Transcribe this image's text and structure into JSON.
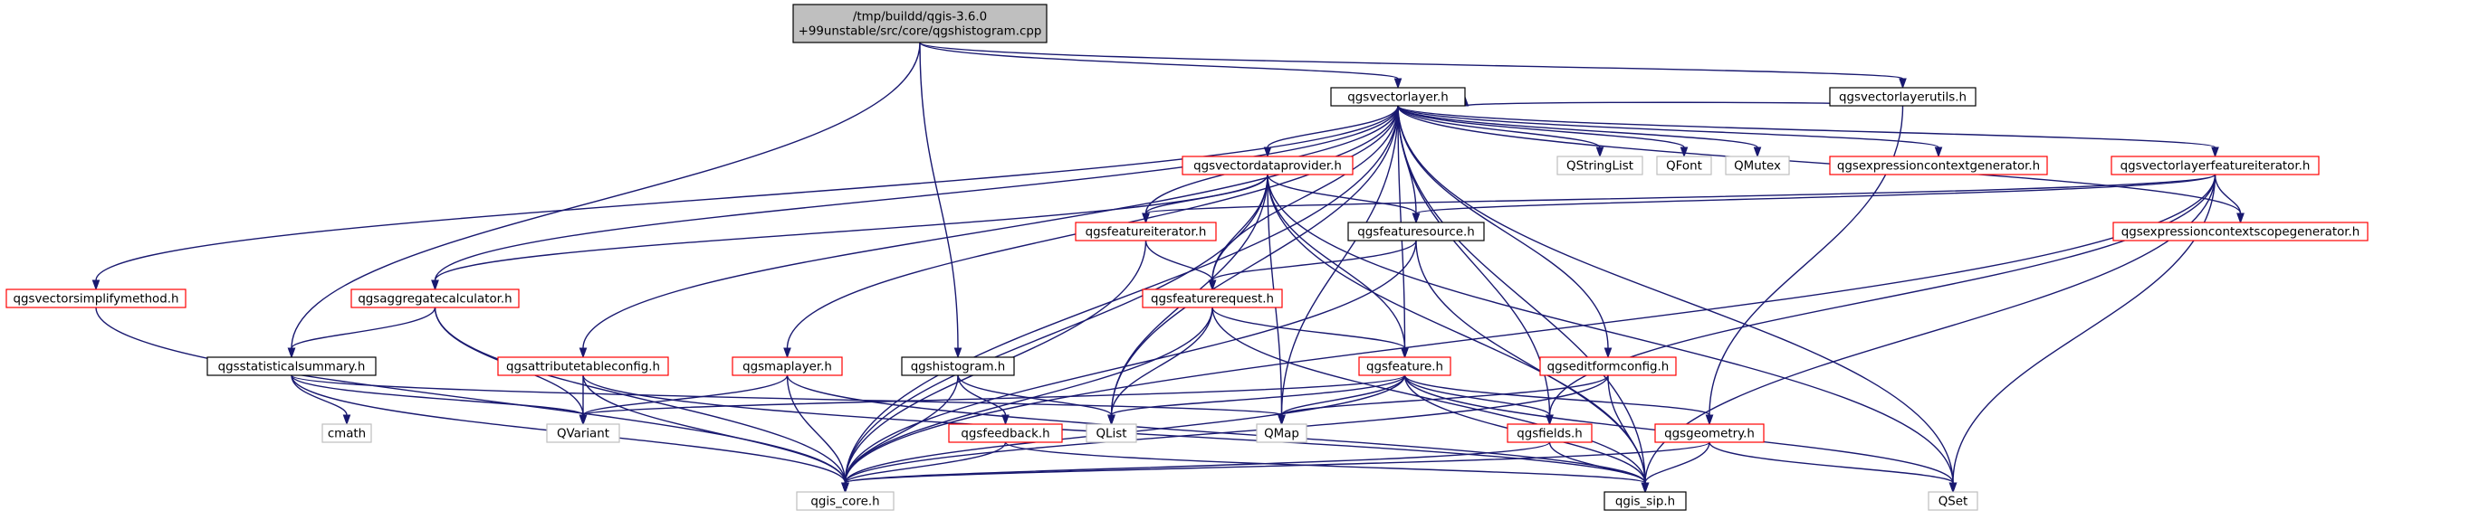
{
  "graph": {
    "colors": {
      "edge": "#191970",
      "root_fill": "#bfbfbf",
      "link_border": "#ff0000",
      "plain_border": "#000000",
      "external_border": "#bfbfbf"
    },
    "nodes": [
      {
        "id": "root",
        "label": "/tmp/buildd/qgis-3.6.0\n+99unstable/src/core/qgshistogram.cpp",
        "kind": "root"
      },
      {
        "id": "qgsvectorlayer",
        "label": "qgsvectorlayer.h",
        "kind": "plain"
      },
      {
        "id": "qgsvectorlayerutils",
        "label": "qgsvectorlayerutils.h",
        "kind": "plain"
      },
      {
        "id": "qgsvectordataprovider",
        "label": "qgsvectordataprovider.h",
        "kind": "red"
      },
      {
        "id": "qstringlist",
        "label": "QStringList",
        "kind": "gray"
      },
      {
        "id": "qfont",
        "label": "QFont",
        "kind": "gray"
      },
      {
        "id": "qmutex",
        "label": "QMutex",
        "kind": "gray"
      },
      {
        "id": "qgsexpressioncontextgenerator",
        "label": "qgsexpressioncontextgenerator.h",
        "kind": "red"
      },
      {
        "id": "qgsvectorlayerfeatureiterator",
        "label": "qgsvectorlayerfeatureiterator.h",
        "kind": "red"
      },
      {
        "id": "qgsexpressioncontextscopegenerator",
        "label": "qgsexpressioncontextscopegenerator.h",
        "kind": "red"
      },
      {
        "id": "qgsfeatureiterator",
        "label": "qgsfeatureiterator.h",
        "kind": "red"
      },
      {
        "id": "qgsfeaturesource",
        "label": "qgsfeaturesource.h",
        "kind": "plain"
      },
      {
        "id": "qgsvectorsimplifymethod",
        "label": "qgsvectorsimplifymethod.h",
        "kind": "red"
      },
      {
        "id": "qgsaggregatecalculator",
        "label": "qgsaggregatecalculator.h",
        "kind": "red"
      },
      {
        "id": "qgsfeaturerequest",
        "label": "qgsfeaturerequest.h",
        "kind": "red"
      },
      {
        "id": "qgsstatisticalsummary",
        "label": "qgsstatisticalsummary.h",
        "kind": "plain"
      },
      {
        "id": "qgsattributetableconfig",
        "label": "qgsattributetableconfig.h",
        "kind": "red"
      },
      {
        "id": "qgsmaplayer",
        "label": "qgsmaplayer.h",
        "kind": "red"
      },
      {
        "id": "qgshistogram",
        "label": "qgshistogram.h",
        "kind": "plain"
      },
      {
        "id": "qgsfeature",
        "label": "qgsfeature.h",
        "kind": "red"
      },
      {
        "id": "qgseditformconfig",
        "label": "qgseditformconfig.h",
        "kind": "red"
      },
      {
        "id": "cmath",
        "label": "cmath",
        "kind": "gray"
      },
      {
        "id": "qvariant",
        "label": "QVariant",
        "kind": "gray"
      },
      {
        "id": "qfeedback",
        "label": "qgsfeedback.h",
        "kind": "red"
      },
      {
        "id": "qlist",
        "label": "QList",
        "kind": "gray"
      },
      {
        "id": "qmap",
        "label": "QMap",
        "kind": "gray"
      },
      {
        "id": "qgsfields",
        "label": "qgsfields.h",
        "kind": "red"
      },
      {
        "id": "qgsgeometry",
        "label": "qgsgeometry.h",
        "kind": "red"
      },
      {
        "id": "qgis_core",
        "label": "qgis_core.h",
        "kind": "gray"
      },
      {
        "id": "qgis_sip",
        "label": "qgis_sip.h",
        "kind": "plain"
      },
      {
        "id": "qset",
        "label": "QSet",
        "kind": "gray"
      }
    ],
    "edges": [
      [
        "root",
        "qgsvectorlayer"
      ],
      [
        "root",
        "qgsvectorlayerutils"
      ],
      [
        "root",
        "qgsstatisticalsummary"
      ],
      [
        "root",
        "qgshistogram"
      ],
      [
        "qgsvectorlayer",
        "qgsvectordataprovider"
      ],
      [
        "qgsvectorlayer",
        "qstringlist"
      ],
      [
        "qgsvectorlayer",
        "qfont"
      ],
      [
        "qgsvectorlayer",
        "qmutex"
      ],
      [
        "qgsvectorlayer",
        "qgsexpressioncontextgenerator"
      ],
      [
        "qgsvectorlayer",
        "qgsvectorlayerfeatureiterator"
      ],
      [
        "qgsvectorlayer",
        "qgsexpressioncontextscopegenerator"
      ],
      [
        "qgsvectorlayer",
        "qgsfeatureiterator"
      ],
      [
        "qgsvectorlayer",
        "qgsfeaturesource"
      ],
      [
        "qgsvectorlayer",
        "qgsvectorsimplifymethod"
      ],
      [
        "qgsvectorlayer",
        "qgsaggregatecalculator"
      ],
      [
        "qgsvectorlayer",
        "qgsfeaturerequest"
      ],
      [
        "qgsvectorlayer",
        "qgsattributetableconfig"
      ],
      [
        "qgsvectorlayer",
        "qgsmaplayer"
      ],
      [
        "qgsvectorlayer",
        "qgsfeature"
      ],
      [
        "qgsvectorlayer",
        "qgseditformconfig"
      ],
      [
        "qgsvectorlayer",
        "qlist"
      ],
      [
        "qgsvectorlayer",
        "qmap"
      ],
      [
        "qgsvectorlayer",
        "qgsfields"
      ],
      [
        "qgsvectorlayer",
        "qgis_core"
      ],
      [
        "qgsvectorlayer",
        "qgis_sip"
      ],
      [
        "qgsvectorlayer",
        "qset"
      ],
      [
        "qgsvectorlayerutils",
        "qgsvectorlayer"
      ],
      [
        "qgsvectorlayerutils",
        "qgsgeometry"
      ],
      [
        "qgsvectordataprovider",
        "qgsfeatureiterator"
      ],
      [
        "qgsvectordataprovider",
        "qgsfeaturesource"
      ],
      [
        "qgsvectordataprovider",
        "qgsaggregatecalculator"
      ],
      [
        "qgsvectordataprovider",
        "qgsfeaturerequest"
      ],
      [
        "qgsvectordataprovider",
        "qgsfeature"
      ],
      [
        "qgsvectordataprovider",
        "qlist"
      ],
      [
        "qgsvectordataprovider",
        "qmap"
      ],
      [
        "qgsvectordataprovider",
        "qgis_core"
      ],
      [
        "qgsvectordataprovider",
        "qgis_sip"
      ],
      [
        "qgsvectordataprovider",
        "qset"
      ],
      [
        "qgsvectorlayerfeatureiterator",
        "qgsfeatureiterator"
      ],
      [
        "qgsvectorlayerfeatureiterator",
        "qgsfeaturesource"
      ],
      [
        "qgsvectorlayerfeatureiterator",
        "qgsexpressioncontextscopegenerator"
      ],
      [
        "qgsvectorlayerfeatureiterator",
        "qgsfields"
      ],
      [
        "qgsvectorlayerfeatureiterator",
        "qgis_core"
      ],
      [
        "qgsvectorlayerfeatureiterator",
        "qgis_sip"
      ],
      [
        "qgsvectorlayerfeatureiterator",
        "qset"
      ],
      [
        "qgsfeatureiterator",
        "qgsfeaturerequest"
      ],
      [
        "qgsfeatureiterator",
        "qgis_core"
      ],
      [
        "qgsfeaturesource",
        "qgsfeaturerequest"
      ],
      [
        "qgsfeaturesource",
        "qgis_core"
      ],
      [
        "qgsfeaturesource",
        "qgis_sip"
      ],
      [
        "qgsvectorsimplifymethod",
        "qgis_core"
      ],
      [
        "qgsaggregatecalculator",
        "qgsstatisticalsummary"
      ],
      [
        "qgsaggregatecalculator",
        "qvariant"
      ],
      [
        "qgsaggregatecalculator",
        "qgis_core"
      ],
      [
        "qgsfeaturerequest",
        "qgsfeature"
      ],
      [
        "qgsfeaturerequest",
        "qlist"
      ],
      [
        "qgsfeaturerequest",
        "qgis_core"
      ],
      [
        "qgsfeaturerequest",
        "qgis_sip"
      ],
      [
        "qgsstatisticalsummary",
        "cmath"
      ],
      [
        "qgsstatisticalsummary",
        "qvariant"
      ],
      [
        "qgsstatisticalsummary",
        "qmap"
      ],
      [
        "qgsstatisticalsummary",
        "qgis_core"
      ],
      [
        "qgsattributetableconfig",
        "qvariant"
      ],
      [
        "qgsattributetableconfig",
        "qgis_core"
      ],
      [
        "qgsattributetableconfig",
        "qgis_sip"
      ],
      [
        "qgsmaplayer",
        "qvariant"
      ],
      [
        "qgsmaplayer",
        "qgis_core"
      ],
      [
        "qgsmaplayer",
        "qgis_sip"
      ],
      [
        "qgshistogram",
        "qfeedback"
      ],
      [
        "qgshistogram",
        "qlist"
      ],
      [
        "qgshistogram",
        "qgis_core"
      ],
      [
        "qgsfeature",
        "qvariant"
      ],
      [
        "qgsfeature",
        "qlist"
      ],
      [
        "qgsfeature",
        "qmap"
      ],
      [
        "qgsfeature",
        "qgsfields"
      ],
      [
        "qgsfeature",
        "qgsgeometry"
      ],
      [
        "qgsfeature",
        "qgis_core"
      ],
      [
        "qgsfeature",
        "qgis_sip"
      ],
      [
        "qgsfeature",
        "qset"
      ],
      [
        "qgseditformconfig",
        "qmap"
      ],
      [
        "qgseditformconfig",
        "qgis_core"
      ],
      [
        "qgseditformconfig",
        "qgis_sip"
      ],
      [
        "qfeedback",
        "qgis_core"
      ],
      [
        "qfeedback",
        "qgis_sip"
      ],
      [
        "qgsfields",
        "qgis_core"
      ],
      [
        "qgsfields",
        "qgis_sip"
      ],
      [
        "qgsgeometry",
        "qgis_core"
      ],
      [
        "qgsgeometry",
        "qgis_sip"
      ],
      [
        "qgsgeometry",
        "qset"
      ]
    ]
  }
}
